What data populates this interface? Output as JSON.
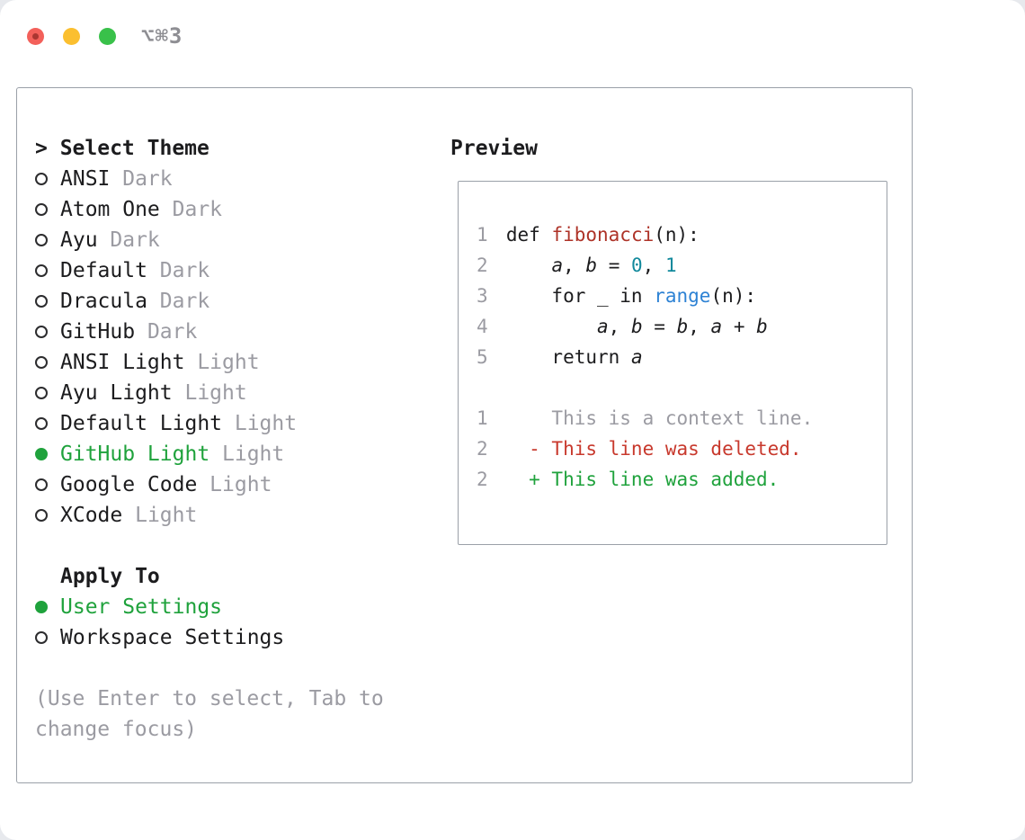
{
  "titlebar": {
    "shortcut": "⌥⌘3"
  },
  "panel": {
    "select_theme": {
      "title": "> Select Theme",
      "items": [
        {
          "name": "ANSI",
          "variant": "Dark",
          "selected": false
        },
        {
          "name": "Atom One",
          "variant": "Dark",
          "selected": false
        },
        {
          "name": "Ayu",
          "variant": "Dark",
          "selected": false
        },
        {
          "name": "Default",
          "variant": "Dark",
          "selected": false
        },
        {
          "name": "Dracula",
          "variant": "Dark",
          "selected": false
        },
        {
          "name": "GitHub",
          "variant": "Dark",
          "selected": false
        },
        {
          "name": "ANSI Light",
          "variant": "Light",
          "selected": false
        },
        {
          "name": "Ayu Light",
          "variant": "Light",
          "selected": false
        },
        {
          "name": "Default Light",
          "variant": "Light",
          "selected": false
        },
        {
          "name": "GitHub Light",
          "variant": "Light",
          "selected": true
        },
        {
          "name": "Google Code",
          "variant": "Light",
          "selected": false
        },
        {
          "name": "XCode",
          "variant": "Light",
          "selected": false
        }
      ]
    },
    "apply_to": {
      "title": "Apply To",
      "options": [
        {
          "label": "User Settings",
          "selected": true
        },
        {
          "label": "Workspace Settings",
          "selected": false
        }
      ]
    },
    "hint": "(Use Enter to select, Tab to change focus)"
  },
  "preview": {
    "title": "Preview",
    "lines": [
      {
        "num": "1",
        "segments": [
          [
            "def ",
            "plain"
          ],
          [
            "fibonacci",
            "func"
          ],
          [
            "(n):",
            "plain"
          ]
        ]
      },
      {
        "num": "2",
        "segments": [
          [
            "    ",
            "plain"
          ],
          [
            "a",
            "var"
          ],
          [
            ", ",
            "plain"
          ],
          [
            "b",
            "var"
          ],
          [
            " = ",
            "plain"
          ],
          [
            "0",
            "number"
          ],
          [
            ", ",
            "plain"
          ],
          [
            "1",
            "number"
          ]
        ]
      },
      {
        "num": "3",
        "segments": [
          [
            "    for _ in ",
            "plain"
          ],
          [
            "range",
            "builtin"
          ],
          [
            "(n):",
            "plain"
          ]
        ]
      },
      {
        "num": "4",
        "segments": [
          [
            "        ",
            "plain"
          ],
          [
            "a",
            "var"
          ],
          [
            ", ",
            "plain"
          ],
          [
            "b",
            "var"
          ],
          [
            " = ",
            "plain"
          ],
          [
            "b",
            "var"
          ],
          [
            ", ",
            "plain"
          ],
          [
            "a",
            "var"
          ],
          [
            " + ",
            "plain"
          ],
          [
            "b",
            "var"
          ]
        ]
      },
      {
        "num": "5",
        "segments": [
          [
            "    return ",
            "plain"
          ],
          [
            "a",
            "var"
          ]
        ]
      },
      {
        "num": "",
        "segments": []
      },
      {
        "num": "1",
        "segments": [
          [
            "    This is a context line.",
            "context"
          ]
        ]
      },
      {
        "num": "2",
        "segments": [
          [
            "  - This line was deleted.",
            "deleted"
          ]
        ]
      },
      {
        "num": "2",
        "segments": [
          [
            "  + This line was added.",
            "added"
          ]
        ]
      }
    ]
  },
  "colors": {
    "accent_green": "#1fa23c",
    "deleted_red": "#c8392d",
    "function_red": "#ae3328",
    "number_teal": "#12899c",
    "builtin_blue": "#2d82d4",
    "muted_gray": "#9b9ba2",
    "text": "#1c1c1e",
    "border": "#9aa0a8",
    "traffic_red": "#f3605a",
    "traffic_yellow": "#fbbf2f",
    "traffic_green": "#39c14a"
  }
}
